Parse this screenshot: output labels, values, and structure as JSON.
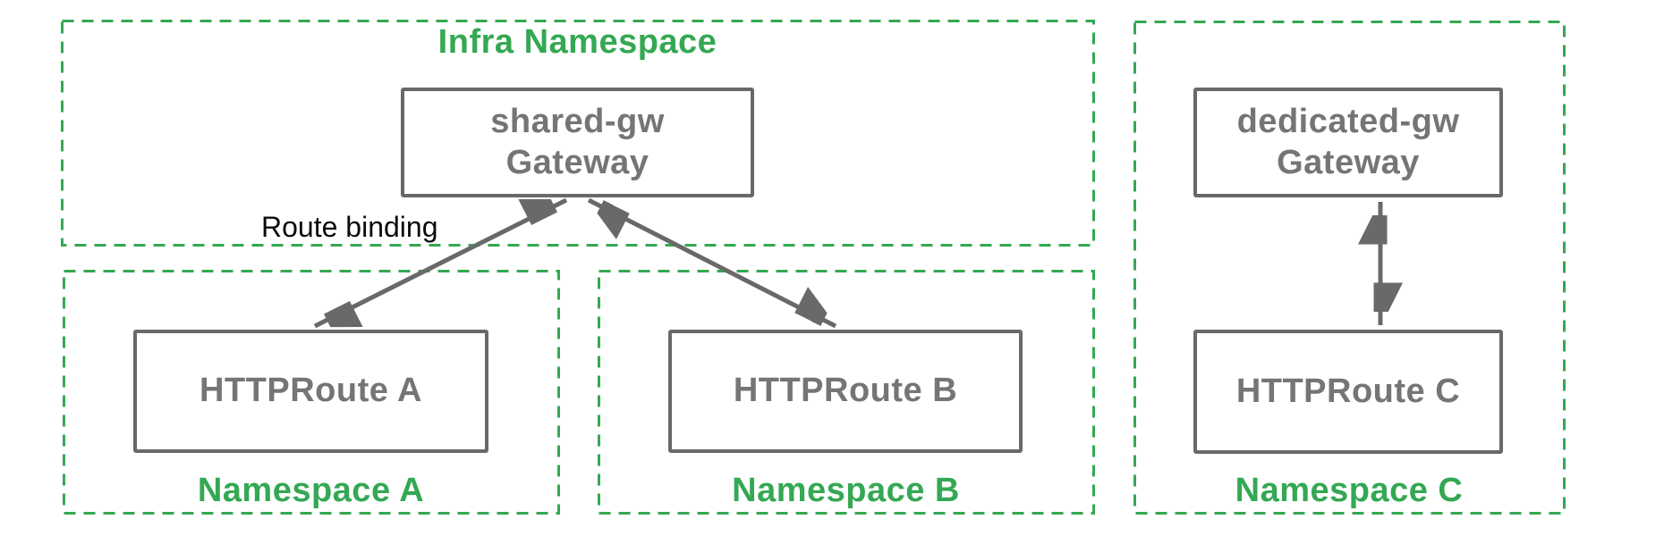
{
  "diagram": {
    "infra_namespace": {
      "title": "Infra Namespace",
      "gateway": {
        "name": "shared-gw",
        "kind": "Gateway"
      }
    },
    "namespace_a": {
      "title": "Namespace A",
      "route": "HTTPRoute A"
    },
    "namespace_b": {
      "title": "Namespace B",
      "route": "HTTPRoute B"
    },
    "namespace_c": {
      "title": "Namespace C",
      "gateway": {
        "name": "dedicated-gw",
        "kind": "Gateway"
      },
      "route": "HTTPRoute C"
    },
    "annotations": {
      "route_binding": "Route binding"
    },
    "colors": {
      "namespace_green": "#34a853",
      "node_border_grey": "#696969",
      "node_text_grey": "#757575",
      "arrow_grey": "#696969",
      "annotation_black": "#0a0a0a"
    }
  }
}
